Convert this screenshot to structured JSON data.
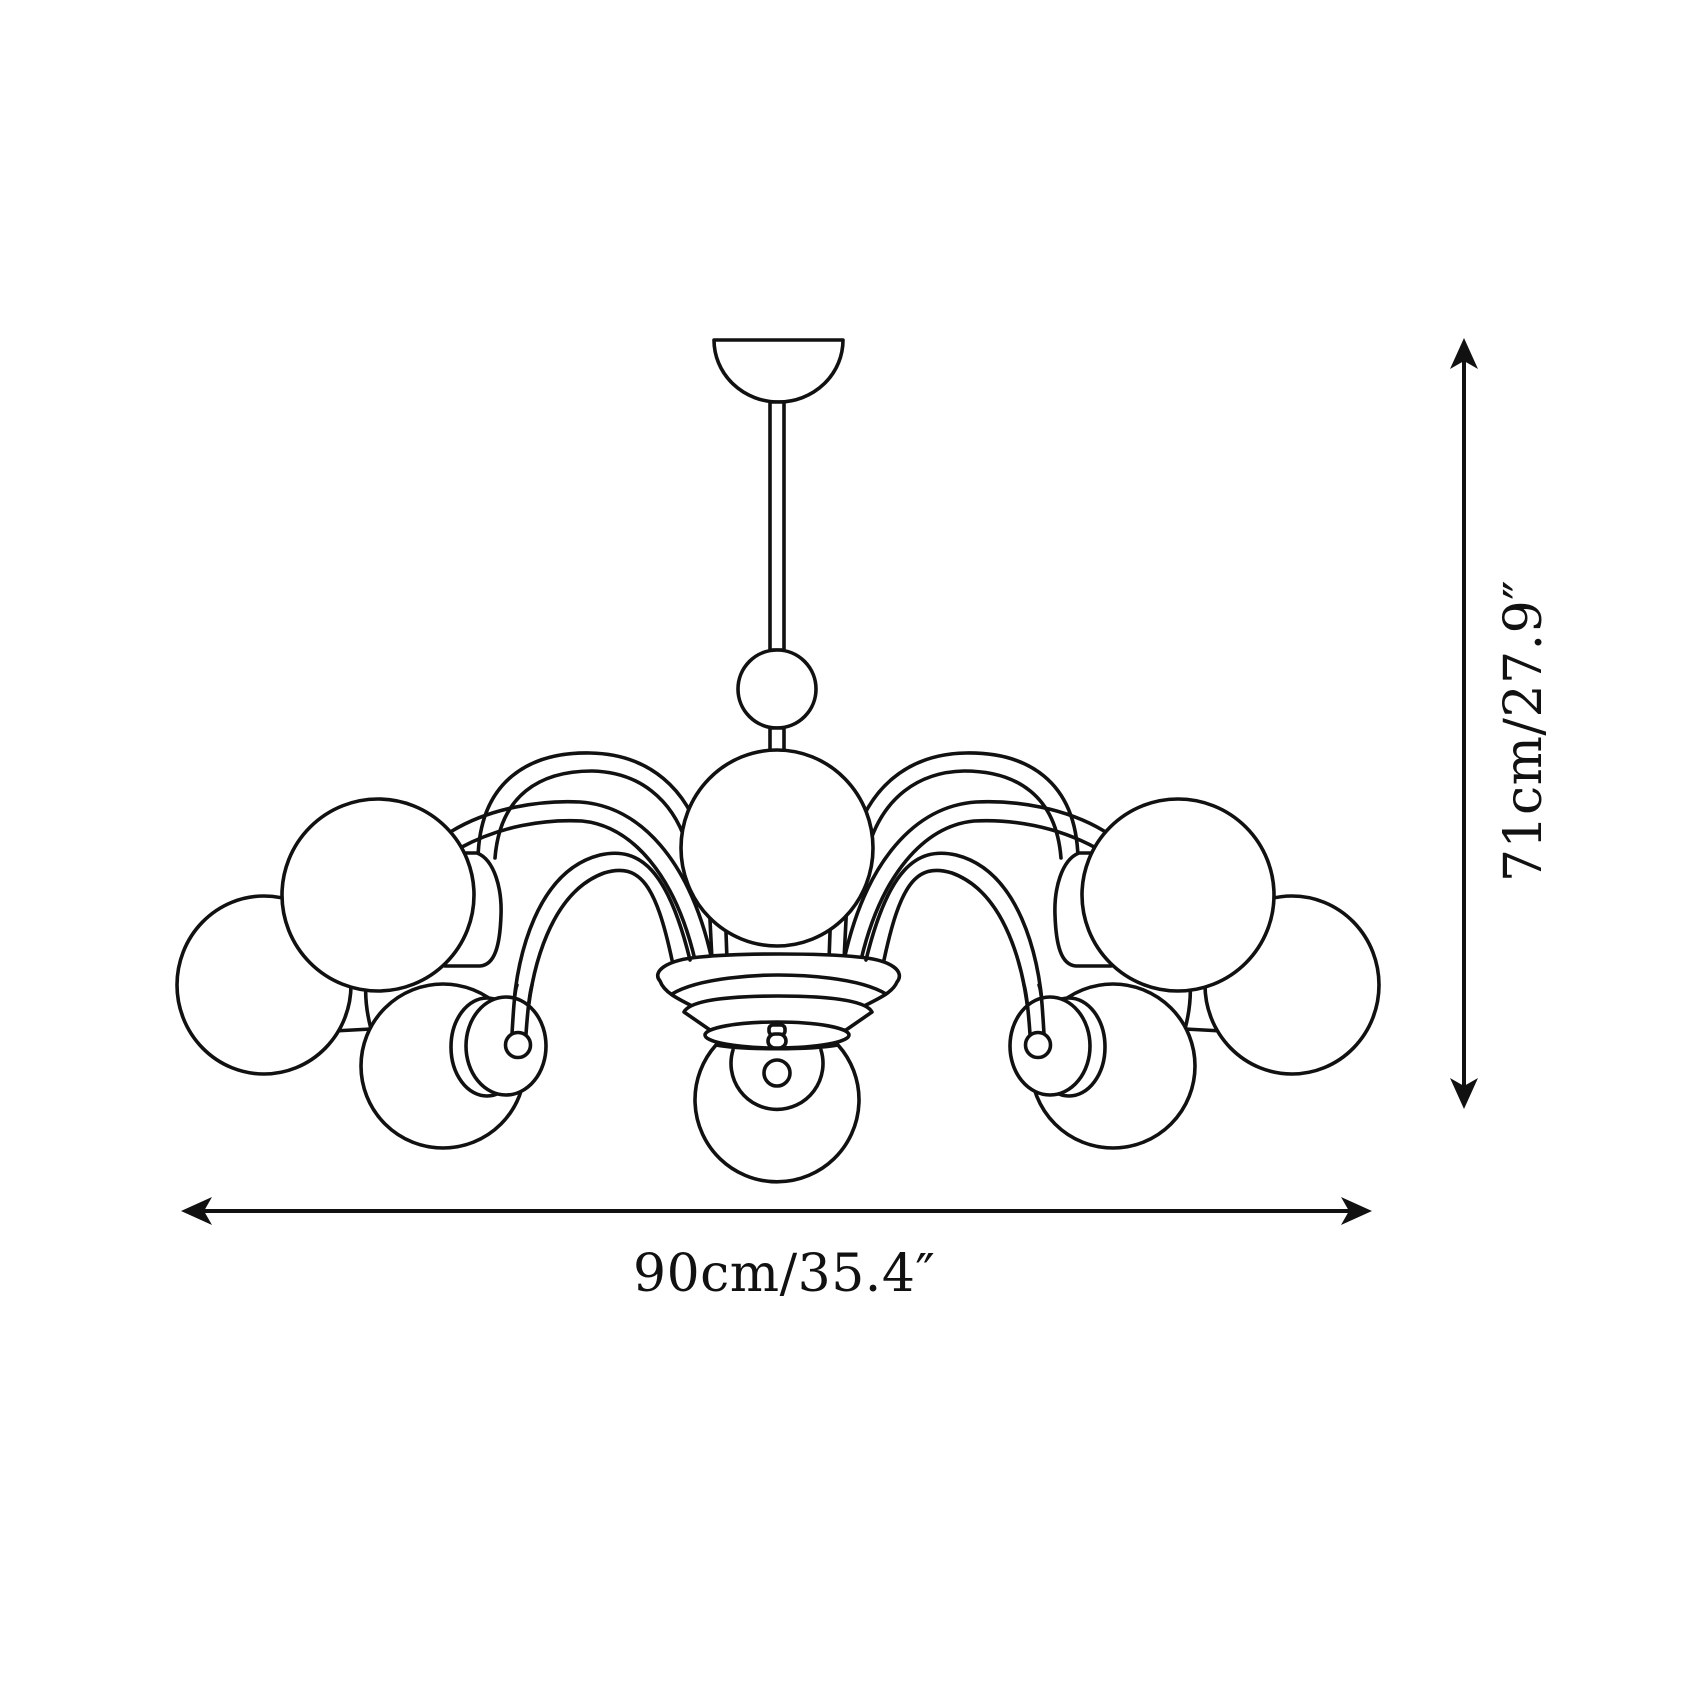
{
  "diagram": {
    "subject": "chandelier-line-drawing",
    "style": {
      "background": "#ffffff",
      "stroke_color": "#111111"
    },
    "components": {
      "ceiling_canopy": 1,
      "down_rod": 1,
      "rod_sphere": 1,
      "central_hub": 1,
      "globes": 8,
      "curved_arms": 6
    }
  },
  "dimensions": {
    "width": {
      "label": "90cm/35.4″",
      "value_cm": 90,
      "value_in": 35.4,
      "orientation": "horizontal"
    },
    "height": {
      "label": "71cm/27.9″",
      "value_cm": 71,
      "value_in": 27.9,
      "orientation": "vertical"
    }
  }
}
